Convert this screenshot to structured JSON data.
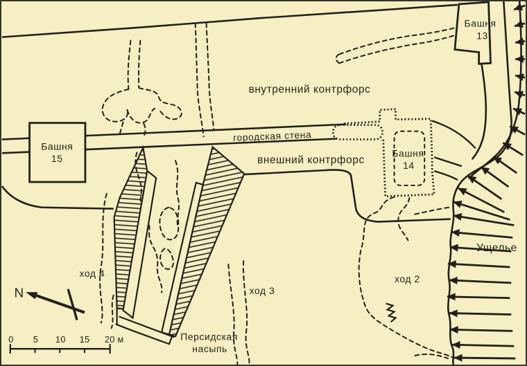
{
  "colors": {
    "background": "#f5efc3",
    "ink": "#221f1a"
  },
  "towers": {
    "t13": {
      "name": "Башня",
      "number": "13"
    },
    "t14": {
      "name": "Башня",
      "number": "14"
    },
    "t15": {
      "name": "Башня",
      "number": "15"
    }
  },
  "wall_labels": {
    "inner_buttress": "внутренний контрфорс",
    "city_wall": "городская стена",
    "outer_buttress": "внешний контрфорс"
  },
  "features": {
    "gorge": "Ущелье",
    "persian_mound": {
      "line1": "Персидская",
      "line2": "насыпь"
    }
  },
  "passages": {
    "p2": "ход 2",
    "p3": "ход 3",
    "p4": "ход 4"
  },
  "compass": {
    "north_label": "N"
  },
  "scale_bar": {
    "labels": [
      "0",
      "5",
      "10",
      "15",
      "20 м"
    ]
  }
}
